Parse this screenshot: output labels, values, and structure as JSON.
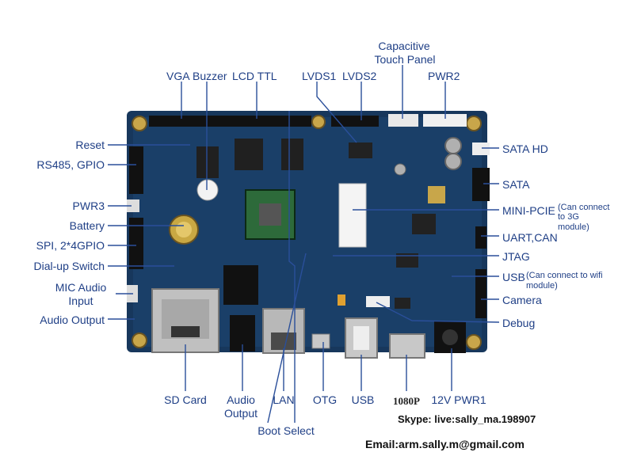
{
  "labels": {
    "capacitive": "Capacitive",
    "touch_panel": "Touch Panel",
    "vga": "VGA",
    "buzzer": "Buzzer",
    "lcd_ttl": "LCD TTL",
    "lvds1": "LVDS1",
    "lvds2": "LVDS2",
    "pwr2": "PWR2",
    "reset": "Reset",
    "rs485_gpio": "RS485, GPIO",
    "pwr3": "PWR3",
    "battery": "Battery",
    "spi_gpio": "SPI, 2*4GPIO",
    "dialup": "Dial-up Switch",
    "mic_audio": "MIC Audio",
    "input": "Input",
    "audio_output": "Audio Output",
    "sata_hd": "SATA HD",
    "sata": "SATA",
    "mini_pcie": "MINI-PCIE",
    "mini_pcie_note1": "(Can connect",
    "mini_pcie_note2": "to 3G",
    "mini_pcie_note3": "module)",
    "uart_can": "UART,CAN",
    "jtag": "JTAG",
    "usb_right": "USB",
    "usb_note1": "(Can connect to wifi",
    "usb_note2": "module)",
    "camera": "Camera",
    "debug": "Debug",
    "sd_card": "SD Card",
    "audio": "Audio",
    "output": "Output",
    "lan": "LAN",
    "otg": "OTG",
    "usb_bottom": "USB",
    "p1080": "1080P",
    "pwr1": "12V PWR1",
    "boot_select": "Boot Select"
  },
  "contact": {
    "skype": "Skype: live:sally_ma.198907",
    "email": "Email:arm.sally.m@gmail.com"
  },
  "colors": {
    "label": "#1f3f86",
    "line": "#2a4f9a",
    "pcb": "#17375c",
    "pcb_light": "#24507e"
  }
}
